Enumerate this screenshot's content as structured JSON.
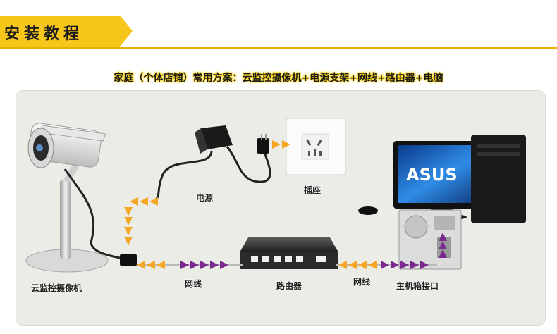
{
  "header": {
    "title": "安装教程"
  },
  "scheme": {
    "title": "家庭（个体店铺）常用方案：云监控摄像机+电源支架+网线+路由器+电脑"
  },
  "labels": {
    "camera": "云监控摄像机",
    "power": "电源",
    "socket": "插座",
    "cable_left": "网线",
    "router": "路由器",
    "cable_right": "网线",
    "host_port": "主机箱接口"
  },
  "monitor_brand": "ASUS",
  "colors": {
    "accent": "#f7c61a",
    "arrow_orange": "#f5a623",
    "arrow_purple": "#7a2a8f",
    "panel": "#ecece6"
  }
}
